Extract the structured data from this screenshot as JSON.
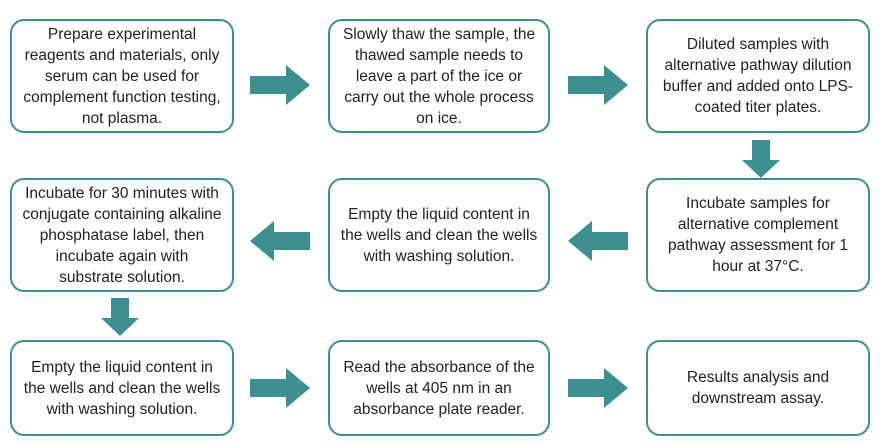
{
  "colors": {
    "accent": "#3d8f91",
    "box_border": "#3d8f91",
    "text": "#222222",
    "background": "#ffffff"
  },
  "steps": [
    {
      "id": 1,
      "text": "Prepare experimental reagents and materials, only serum can be used for complement function testing, not plasma."
    },
    {
      "id": 2,
      "text": "Slowly thaw the sample, the thawed sample needs to leave a part of the ice or carry out the whole process on ice."
    },
    {
      "id": 3,
      "text": "Diluted samples with alternative pathway dilution buffer and added onto LPS-coated titer plates."
    },
    {
      "id": 4,
      "text": "Incubate samples for alternative complement pathway assessment for 1 hour at 37°C."
    },
    {
      "id": 5,
      "text": "Empty the liquid content in the wells and clean the wells with washing solution."
    },
    {
      "id": 6,
      "text": "Incubate for 30 minutes with conjugate containing alkaline phosphatase label, then incubate again with substrate solution."
    },
    {
      "id": 7,
      "text": "Empty the liquid content in the wells and clean the wells with washing solution."
    },
    {
      "id": 8,
      "text": "Read the absorbance of the wells at 405 nm in an absorbance plate reader."
    },
    {
      "id": 9,
      "text": "Results analysis and downstream assay."
    }
  ],
  "arrows": [
    {
      "from": 1,
      "to": 2,
      "direction": "right"
    },
    {
      "from": 2,
      "to": 3,
      "direction": "right"
    },
    {
      "from": 3,
      "to": 4,
      "direction": "down"
    },
    {
      "from": 4,
      "to": 5,
      "direction": "left"
    },
    {
      "from": 5,
      "to": 6,
      "direction": "left"
    },
    {
      "from": 6,
      "to": 7,
      "direction": "down"
    },
    {
      "from": 7,
      "to": 8,
      "direction": "right"
    },
    {
      "from": 8,
      "to": 9,
      "direction": "right"
    }
  ]
}
